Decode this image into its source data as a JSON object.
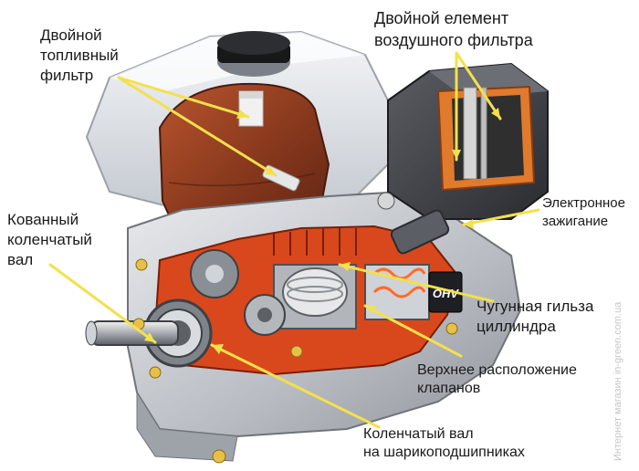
{
  "labels": {
    "dual_fuel_filter": [
      "Двойной",
      "топливный",
      "фильтр"
    ],
    "dual_air_filter": [
      "Двойной елемент",
      "воздушного фильтра"
    ],
    "electronic_ignition": [
      "Электронное",
      "зажигание"
    ],
    "forged_crankshaft": [
      "Кованный",
      "коленчатый",
      "вал"
    ],
    "cast_iron_sleeve": [
      "Чугунная гильза",
      "циллиндра"
    ],
    "overhead_valves": [
      "Верхнее расположение",
      "клапанов"
    ],
    "crankshaft_ball_bearings": [
      "Коленчатый вал",
      "на шарикоподшипниках"
    ]
  },
  "engine_mark": "OHV",
  "watermark": "Интернет магазин in-green.com.ua",
  "colors": {
    "pointer": "#f4e04d",
    "cutaway": "#d9481c",
    "tank": "#8b3a1e",
    "engine_body": "#c9ccd1",
    "air_filter_box": "#3d3f44",
    "filter_element": "#e07a2c"
  }
}
